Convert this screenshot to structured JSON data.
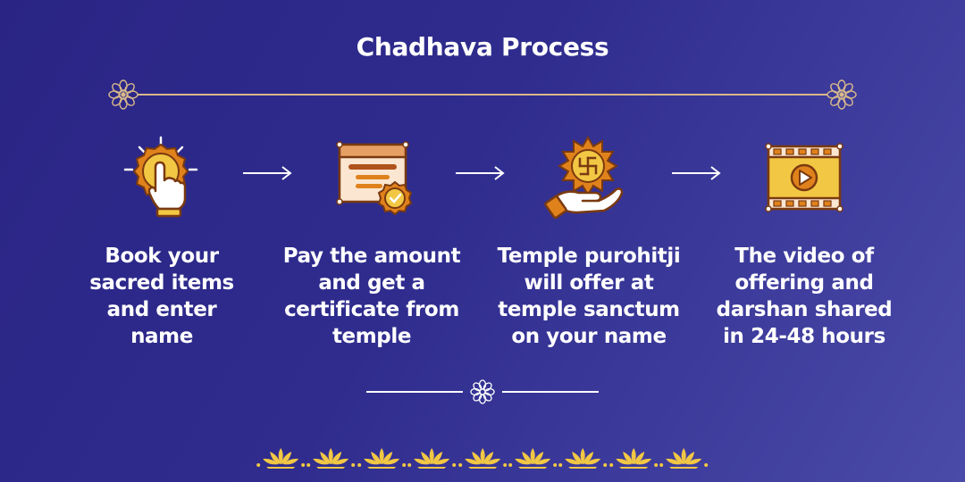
{
  "title": "Chadhava Process",
  "colors": {
    "background_start": "#2a2585",
    "background_end": "#4a4aa8",
    "gold": "#f2c744",
    "accent_orange": "#e0821c",
    "brown": "#7a3a10",
    "line_gold": "#d9b98a"
  },
  "steps": [
    {
      "icon": "tap-coin-icon",
      "text_lines": [
        "Book your",
        "sacred items",
        "and enter",
        "name"
      ]
    },
    {
      "icon": "certificate-icon",
      "text_lines": [
        "Pay the amount",
        "and get a",
        "certificate from",
        "temple"
      ]
    },
    {
      "icon": "offering-hand-icon",
      "text_lines": [
        "Temple purohitji",
        "will offer at",
        "temple sanctum",
        "on your name"
      ]
    },
    {
      "icon": "video-film-icon",
      "text_lines": [
        "The video of",
        "offering and",
        "darshan shared",
        "in 24-48 hours"
      ]
    }
  ],
  "decorations": {
    "top_divider": "mandala-divider",
    "bottom_divider": "flower-divider",
    "footer_pattern": "lotus-border",
    "lotus_count": 9
  }
}
